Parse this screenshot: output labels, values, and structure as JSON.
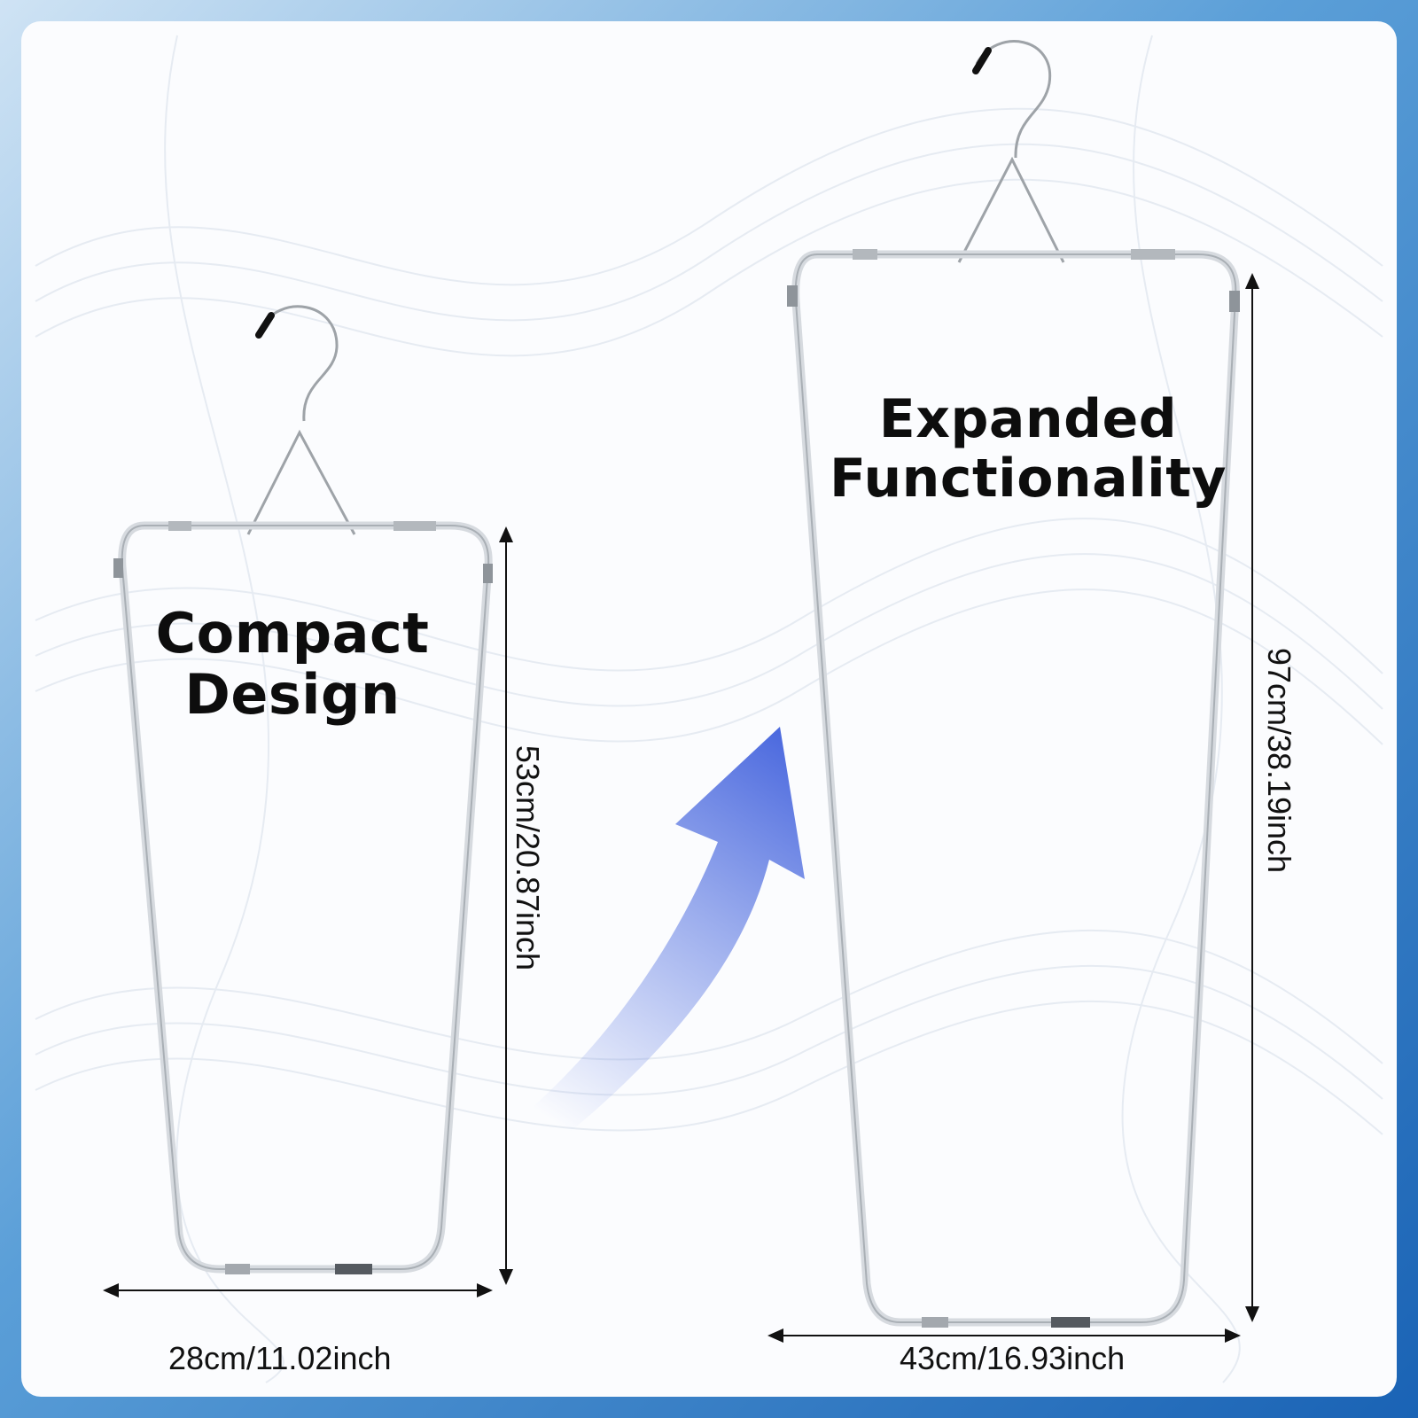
{
  "labels": {
    "compact_line1": "Compact",
    "compact_line2": "Design",
    "expanded_line1": "Expanded",
    "expanded_line2": "Functionality"
  },
  "dimensions": {
    "compact_width": "28cm/11.02inch",
    "compact_height": "53cm/20.87inch",
    "expanded_width": "43cm/16.93inch",
    "expanded_height": "97cm/38.19inch"
  },
  "colors": {
    "arrow": "#4f6ee0",
    "frame": "#b9bec4",
    "hook_tip": "#111111",
    "background_blue": "#1a63b5"
  }
}
